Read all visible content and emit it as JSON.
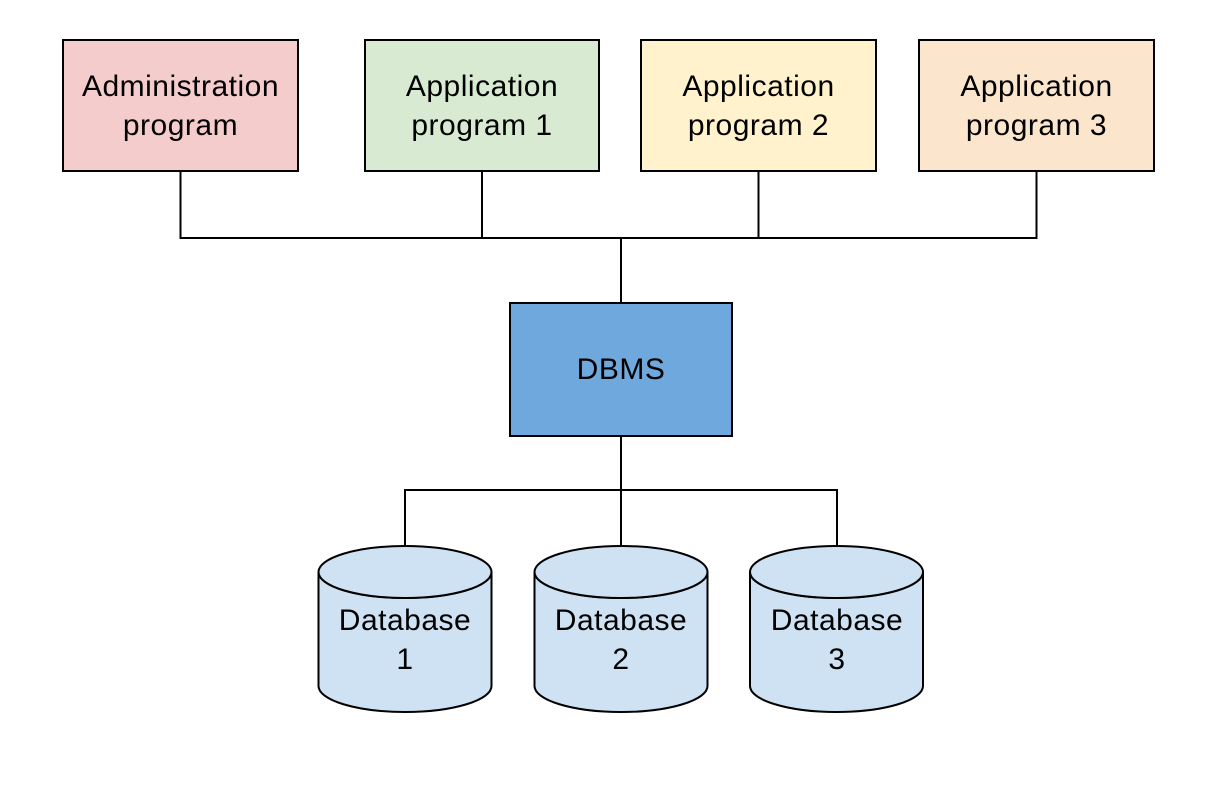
{
  "diagram": {
    "type": "dbms-architecture",
    "background_color": "#ffffff",
    "line_color": "#000000",
    "text_color": "#000000",
    "top_boxes": [
      {
        "id": "administration-program",
        "lines": [
          "Administration",
          "program"
        ],
        "fill": "#f4cccc"
      },
      {
        "id": "application-program-1",
        "lines": [
          "Application",
          "program 1"
        ],
        "fill": "#d9ead3"
      },
      {
        "id": "application-program-2",
        "lines": [
          "Application",
          "program 2"
        ],
        "fill": "#fff2cc"
      },
      {
        "id": "application-program-3",
        "lines": [
          "Application",
          "program 3"
        ],
        "fill": "#fce5cd"
      }
    ],
    "dbms": {
      "id": "dbms",
      "label": "DBMS",
      "fill": "#6fa8dc"
    },
    "databases": [
      {
        "id": "database-1",
        "lines": [
          "Database",
          "1"
        ],
        "fill": "#cfe2f3"
      },
      {
        "id": "database-2",
        "lines": [
          "Database",
          "2"
        ],
        "fill": "#cfe2f3"
      },
      {
        "id": "database-3",
        "lines": [
          "Database",
          "3"
        ],
        "fill": "#cfe2f3"
      }
    ]
  }
}
